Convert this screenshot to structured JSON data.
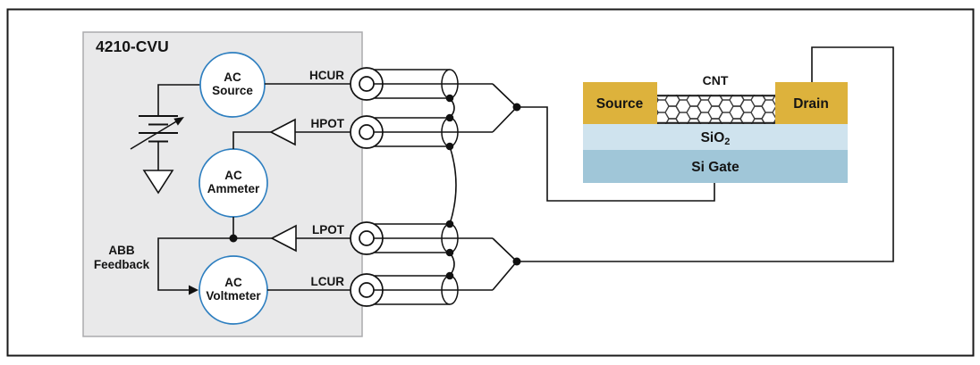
{
  "figure": {
    "instrument": {
      "title": "4210-CVU",
      "source_meter": {
        "line1": "AC",
        "line2": "Source"
      },
      "ammeter": {
        "line1": "AC",
        "line2": "Ammeter"
      },
      "voltmeter": {
        "line1": "AC",
        "line2": "Voltmeter"
      },
      "feedback": {
        "line1": "ABB",
        "line2": "Feedback"
      }
    },
    "terminals": {
      "hcur": "HCUR",
      "hpot": "HPOT",
      "lpot": "LPOT",
      "lcur": "LCUR"
    },
    "device": {
      "cnt": "CNT",
      "source": "Source",
      "drain": "Drain",
      "oxide_base": "SiO",
      "oxide_subscript": "2",
      "gate": "Si Gate"
    },
    "colors": {
      "contact": "#DDB23C",
      "oxide": "#CFE3EE",
      "gate": "#A0C6D8",
      "meter_ring": "#2E7FC0",
      "instrument_box": "#E9E9EA",
      "instrument_border": "#ABABAD",
      "wire": "#111111"
    }
  }
}
